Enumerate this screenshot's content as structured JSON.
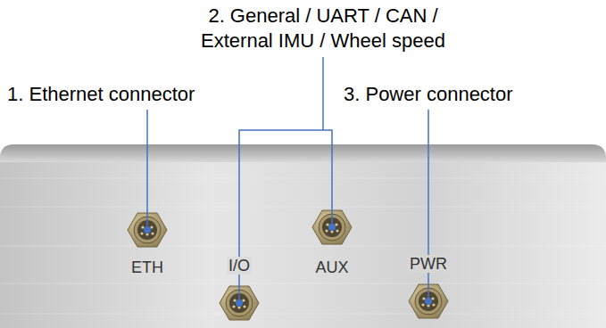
{
  "diagram": {
    "labels": [
      "2. General / UART / CAN / External IMU / Wheel speed",
      "1. Ethernet connector",
      "3. Power connector",
      "ETH",
      "I/O",
      "AUX",
      "PWR"
    ]
  }
}
